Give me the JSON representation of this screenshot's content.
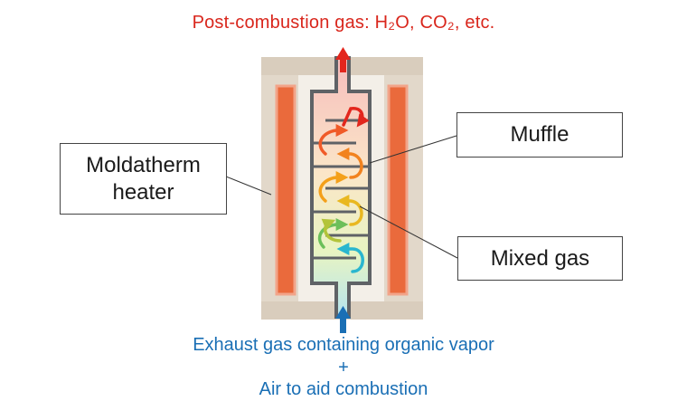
{
  "labels": {
    "output": "Post-combustion gas: H₂O, CO₂, etc.",
    "input_line1": "Exhaust gas containing organic vapor",
    "input_plus": "+",
    "input_line2": "Air to aid combustion",
    "heater_line1": "Moldatherm",
    "heater_line2": "heater",
    "muffle": "Muffle",
    "mixed_gas": "Mixed gas"
  },
  "colors": {
    "output_text": "#d9261c",
    "input_text": "#1a6fb5",
    "insulation": "#e2d8ca",
    "heater": "#ea6a3c",
    "muffle_wall": "#5f6266",
    "gas_hot": "#f7c2c0",
    "gas_cool": "#b9e6ef",
    "output_arrow": "#d9261c",
    "input_arrow": "#1a6fb5"
  },
  "icons": [
    "up-arrow-icon",
    "u-turn-arrow-icon"
  ]
}
